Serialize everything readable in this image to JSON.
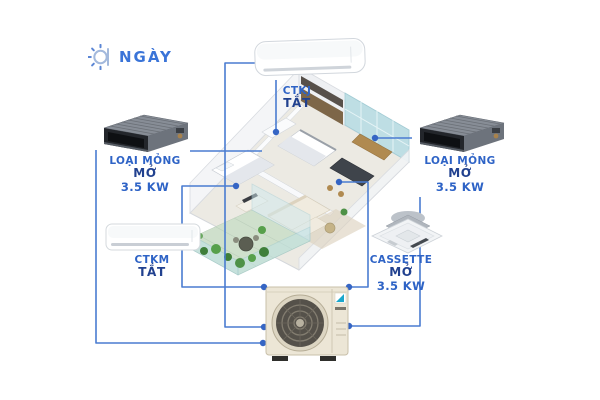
{
  "header": {
    "mode_label": "NGÀY",
    "icon": "sun-icon"
  },
  "colors": {
    "line": "#4a7cd1",
    "dot": "#3565c4",
    "label": "#2e63c6",
    "state": "#21418f"
  },
  "units": {
    "ctkj": {
      "name": "CTKJ",
      "state": "TẮT",
      "type": "wall-mounted-indoor-unit"
    },
    "left_duct": {
      "name": "LOẠI MỎNG",
      "state": "MỞ",
      "capacity": "3.5 KW",
      "type": "concealed-duct-indoor-unit"
    },
    "right_duct": {
      "name": "LOẠI MỎNG",
      "state": "MỞ",
      "capacity": "3.5 KW",
      "type": "concealed-duct-indoor-unit"
    },
    "ctkm": {
      "name": "CTKM",
      "state": "TẮT",
      "type": "wall-mounted-indoor-unit"
    },
    "cassette": {
      "name": "CASSETTE",
      "state": "MỞ",
      "capacity": "3.5 KW",
      "type": "ceiling-cassette-indoor-unit"
    },
    "outdoor": {
      "type": "multi-split-outdoor-unit"
    }
  }
}
